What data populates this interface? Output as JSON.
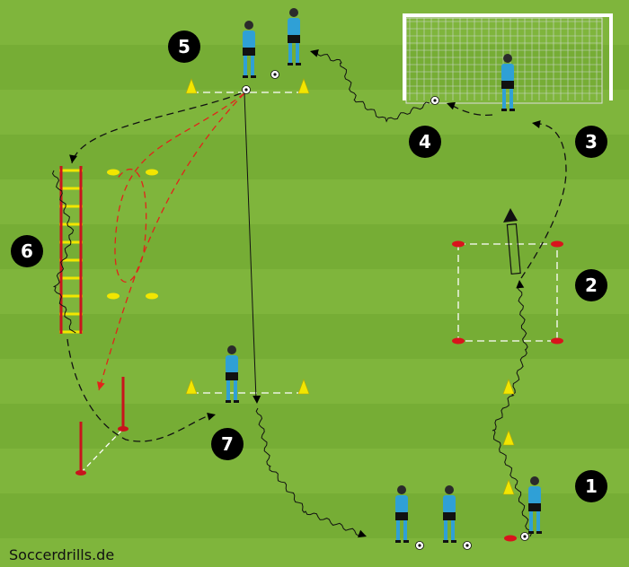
{
  "watermark": "Soccerdrills.de",
  "stations": [
    {
      "label": "1"
    },
    {
      "label": "2"
    },
    {
      "label": "3"
    },
    {
      "label": "4"
    },
    {
      "label": "5"
    },
    {
      "label": "6"
    },
    {
      "label": "7"
    }
  ],
  "colors": {
    "grass_light": "#7fb53c",
    "grass_dark": "#76ad35",
    "player_shirt": "#2fa0d6",
    "cone_yellow": "#f2e600",
    "cone_red": "#d8141c",
    "pass_red": "#e2231a"
  }
}
